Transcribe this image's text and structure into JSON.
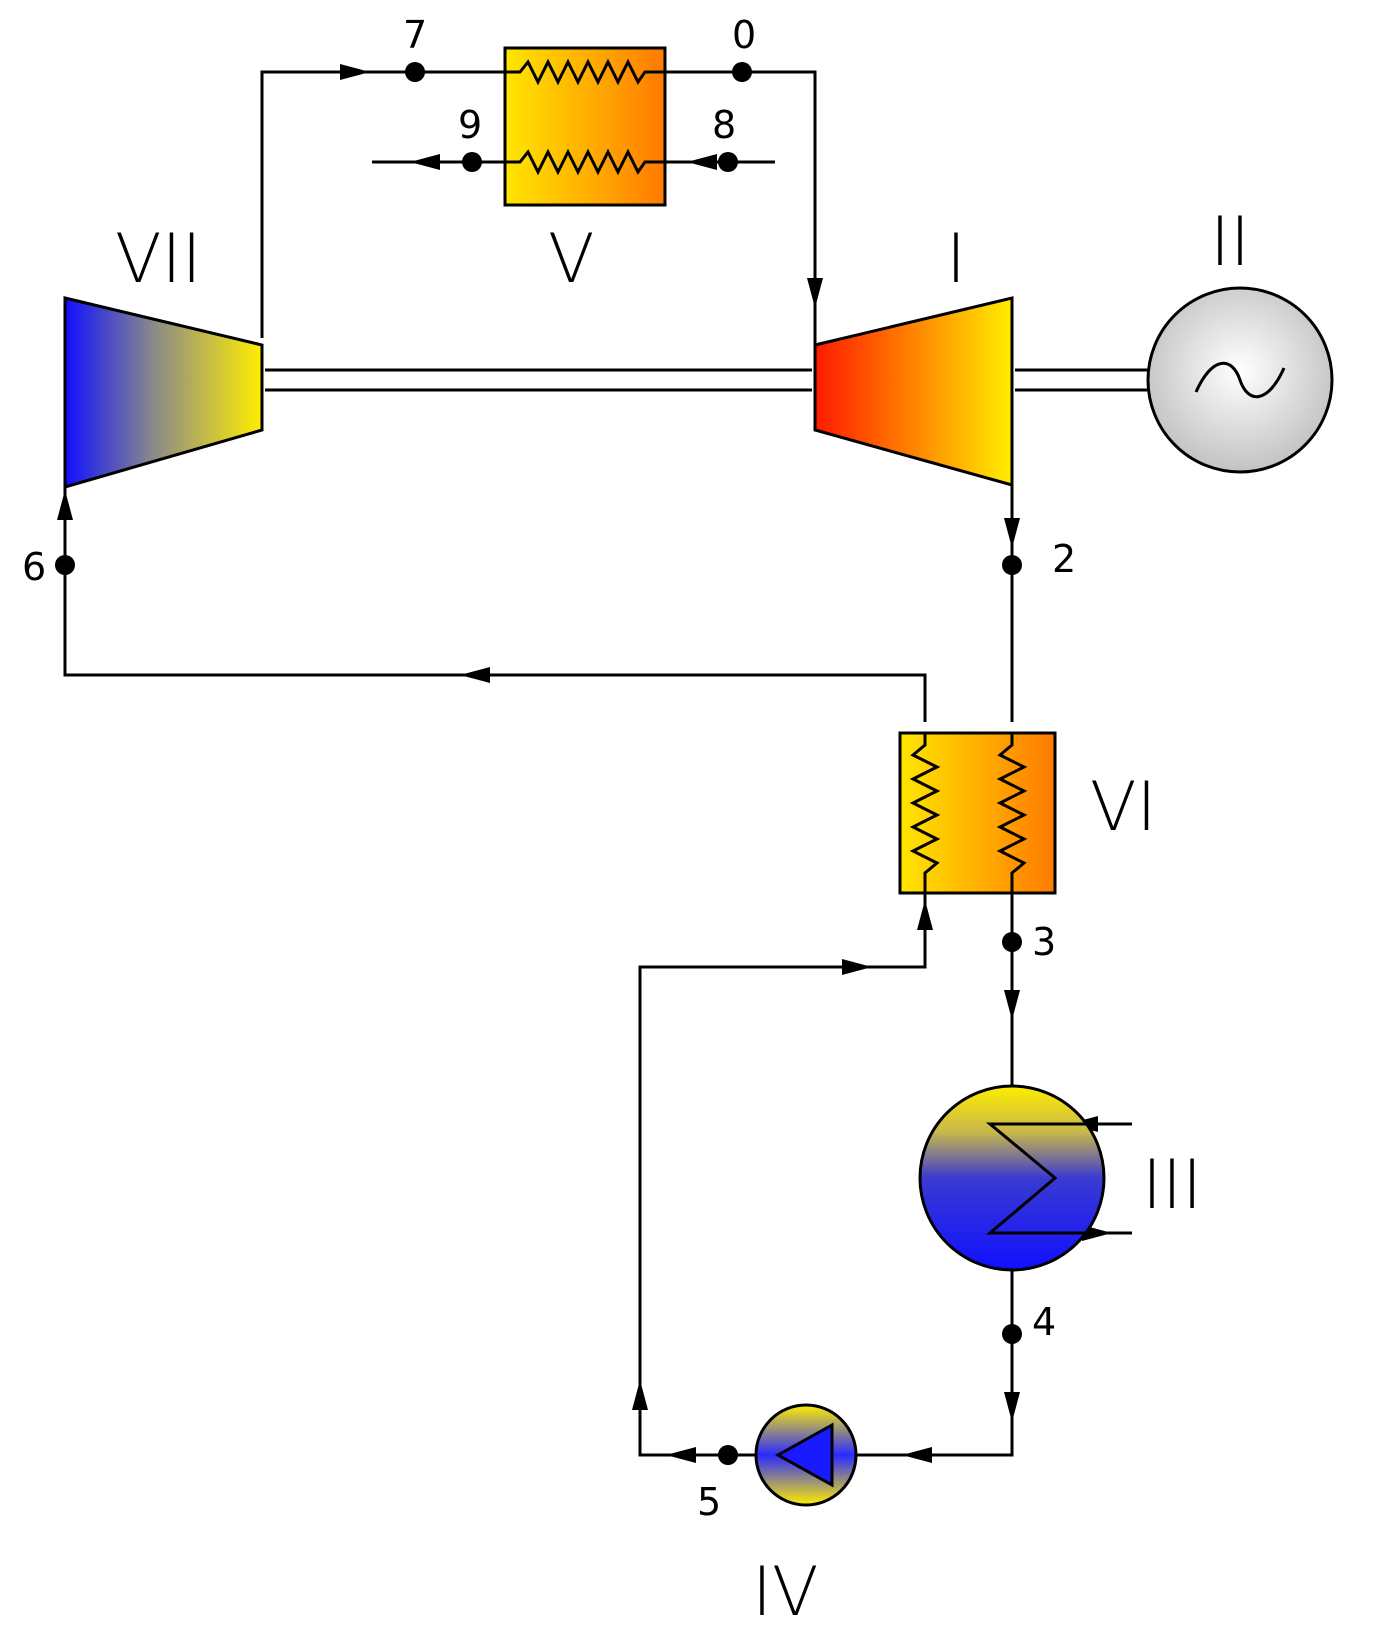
{
  "points": {
    "p0": "0",
    "p2": "2",
    "p3": "3",
    "p4": "4",
    "p5": "5",
    "p6": "6",
    "p7": "7",
    "p8": "8",
    "p9": "9"
  },
  "components": {
    "c1": "I",
    "c2": "II",
    "c3": "III",
    "c4": "IV",
    "c5": "V",
    "c6": "VI",
    "c7": "VII"
  },
  "generator_symbol": "~",
  "colors": {
    "hot_red": "#ff1a00",
    "hot_yellow": "#ffee00",
    "orange": "#ff7a00",
    "cold_blue": "#1010ff",
    "generator_grey": "#d9d9d9",
    "line": "#000000"
  }
}
